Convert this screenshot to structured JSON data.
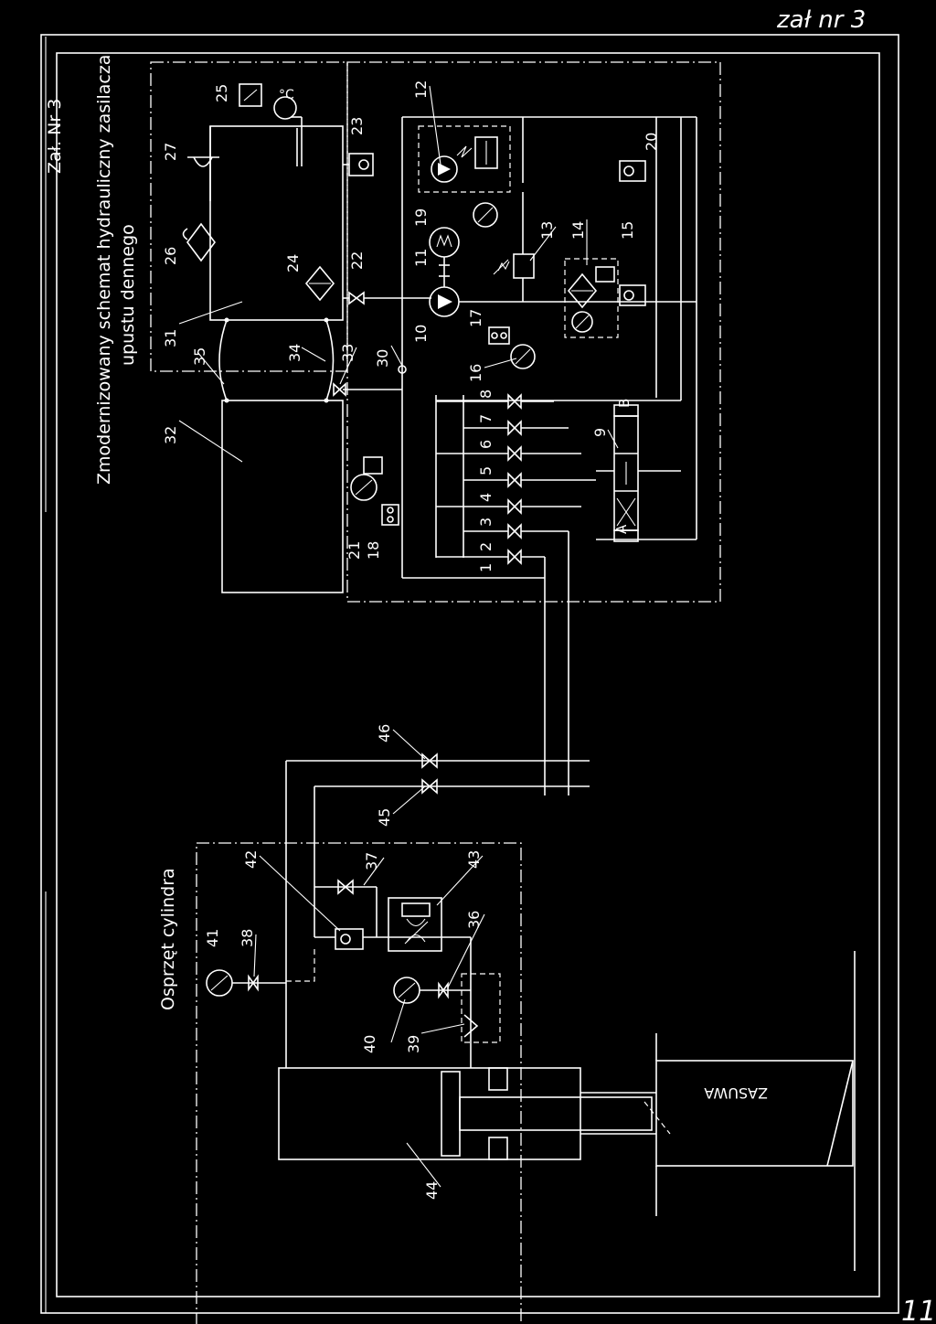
{
  "header": {
    "handwritten_ref": "zał nr 3",
    "page_number": "11",
    "sheet_tag": "Zał. Nr 3"
  },
  "titles": {
    "supply_title_line1": "Zmodernizowany schemat hydrauliczny zasilacza",
    "supply_title_line2": "upustu dennego",
    "cylinder_title": "Osprzęt cylindra",
    "gate_label": "ZASUWA"
  },
  "ports": {
    "a": "A",
    "b": "B",
    "temp": "°C"
  },
  "callouts": [
    "1",
    "2",
    "3",
    "4",
    "5",
    "6",
    "7",
    "8",
    "9",
    "10",
    "11",
    "12",
    "13",
    "14",
    "15",
    "16",
    "17",
    "18",
    "19",
    "20",
    "21",
    "22",
    "23",
    "24",
    "25",
    "26",
    "27",
    "30",
    "31",
    "32",
    "33",
    "34",
    "35",
    "36",
    "37",
    "38",
    "39",
    "40",
    "41",
    "42",
    "43",
    "44",
    "45",
    "46"
  ]
}
